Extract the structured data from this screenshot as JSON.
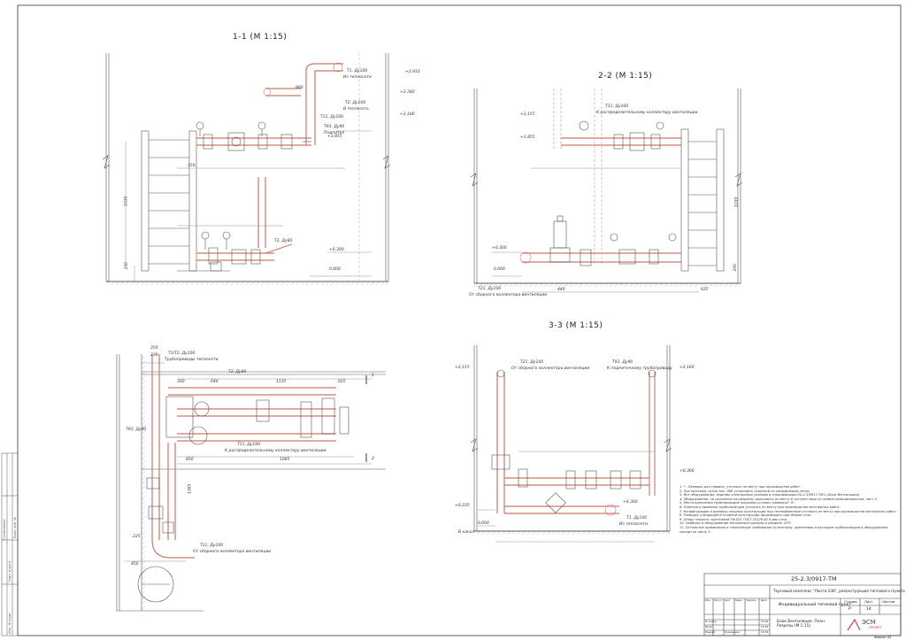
{
  "views": [
    {
      "id": "1-1",
      "title": "1-1 (М 1:15)"
    },
    {
      "id": "2-2",
      "title": "2-2 (М 1:15)"
    },
    {
      "id": "3-3",
      "title": "3-3 (М 1:15)"
    }
  ],
  "labels_view1": {
    "t1_top": "Т1, Ду100",
    "t1_top_note": "Из теплосети",
    "t2_top": "Т2, Ду100",
    "t2_top_note": "В теплосеть",
    "t11": "Т11, Ду100",
    "t93": "Т93, Ду40",
    "t93_note": "Подпитка",
    "t2_bottom": "Т2, Ду80",
    "elev_1": "+2,910",
    "elev_2": "+2,580",
    "elev_3": "+2,180",
    "elev_4": "+1,855",
    "elev_5": "+0,300",
    "elev_6": "0,000",
    "dim_960": "960",
    "dim_1035": "1035",
    "dim_200": "200",
    "dim_150": "150"
  },
  "labels_view2": {
    "t11_top": "Т11, Ду100",
    "t11_note": "К распределительному коллектору вентиляции",
    "t21": "Т21, Ду100",
    "t21_note": "От сборного коллектора вентиляции",
    "elev_1": "+2,155",
    "elev_2": "+1,855",
    "elev_3": "+0,300",
    "elev_4": "0,000",
    "dim_440": "440",
    "dim_625": "625",
    "dim_1035": "1035",
    "dim_200": "200"
  },
  "labels_view3": {
    "t21": "Т21, Ду100",
    "t21_note": "От сборного коллектора вентиляции",
    "t93": "Т93, Ду40",
    "t93_note": "К подпиточному трубопроводу",
    "elev_1": "+2,155",
    "elev_2": "+2,160",
    "elev_3": "+0,235",
    "elev_4": "0,000",
    "elev_5": "+0,300",
    "elev_6": "+0,300",
    "t1_note": "Т1, Ду100",
    "t1_sub": "Из теплосети",
    "v_kanal": "В канал"
  },
  "labels_plan": {
    "t1t2": "Т1/Т2, Ду100",
    "t1t2_note": "Трубопроводы теплосети",
    "t2": "Т2, Ду80",
    "t11": "Т11, Ду100",
    "t11_note": "К распределительному коллектору вентиляции",
    "t21": "Т21, Ду100",
    "t21_note": "От сборного коллектора вентиляции",
    "t93": "Т93, Ду40",
    "dim_350": "350",
    "dim_238": "238",
    "dim_640": "640",
    "dim_1135": "1135",
    "dim_625": "625",
    "dim_850": "850",
    "dim_1085": "1085",
    "dim_225": "225",
    "dim_450": "450",
    "dim_300": "300",
    "dim_1385": "1385",
    "section_1": "1",
    "section_2": "2"
  },
  "notes": [
    "1. * - Размеры для справок, уточнить по месту при производстве работ.",
    "2. При монтаже, после зап. ЭКЕ установить отрезной по направлению сетки.",
    "3. Все оборудование, изделия и материалы указаны в спецификации 25-2.3/0917-ТМ.С (Блок Вентиляция).",
    "4. Оборудование, не указанное на разрезах, выполнить по месту в соответствии со схемой принципиальной, лист 3.",
    "5. Места крепления трубопроводов показаны условно символом \"Х\".",
    "6. Отметки и привязки трубопроводов уточнить по месту при производстве монтажных работ.",
    "7. Конфигурацию и размеры опорных конструкций под теплообменные уточнить по месту при производстве монтажных работ.",
    "8. Разводку отводящей В опорной конструкции производить при сборке узла.",
    "9. Опору покрыть грунтовкой ГФ-021 ГОСТ 25129-82 в два слоя.",
    "10. Приборы и оборудование автоматики указаны в разделе -АТП.",
    "11. Остальные примечания и технические требования по монтажу, креплению и изоляции трубопроводов и оборудования смотри на листу 1."
  ],
  "stamp": {
    "code": "25-2.3/0917-ТМ",
    "object": "Торговый комплекс \"Лента-238\", реконструкция теплового пункта",
    "section": "Индивидуальный тепловой пункт",
    "sheet_title": "Блок Вентиляция. План. Разрезы (М 1:15)",
    "stage_head": "Стадия",
    "sheet_head": "Лист",
    "sheets_head": "Листов",
    "stage": "Р",
    "sheet": "14",
    "sheets": "",
    "org_logo": "ЭСМ",
    "org_sub": "ПРОЕКТ",
    "format": "Формат А3",
    "rows": [
      "Изм.",
      "Кол.уч",
      "Лист",
      "№док.",
      "Подпись",
      "Дата"
    ],
    "roles": [
      "Н.контр.",
      "Пров.",
      "Разраб."
    ],
    "dev_name": "Кузнецова",
    "dates": [
      "10.18",
      "10.18",
      "10.18"
    ]
  },
  "side_stamp": [
    "Согласовано",
    "Инв. № подл.",
    "Подп. и дата",
    "Взам. инв. №"
  ]
}
